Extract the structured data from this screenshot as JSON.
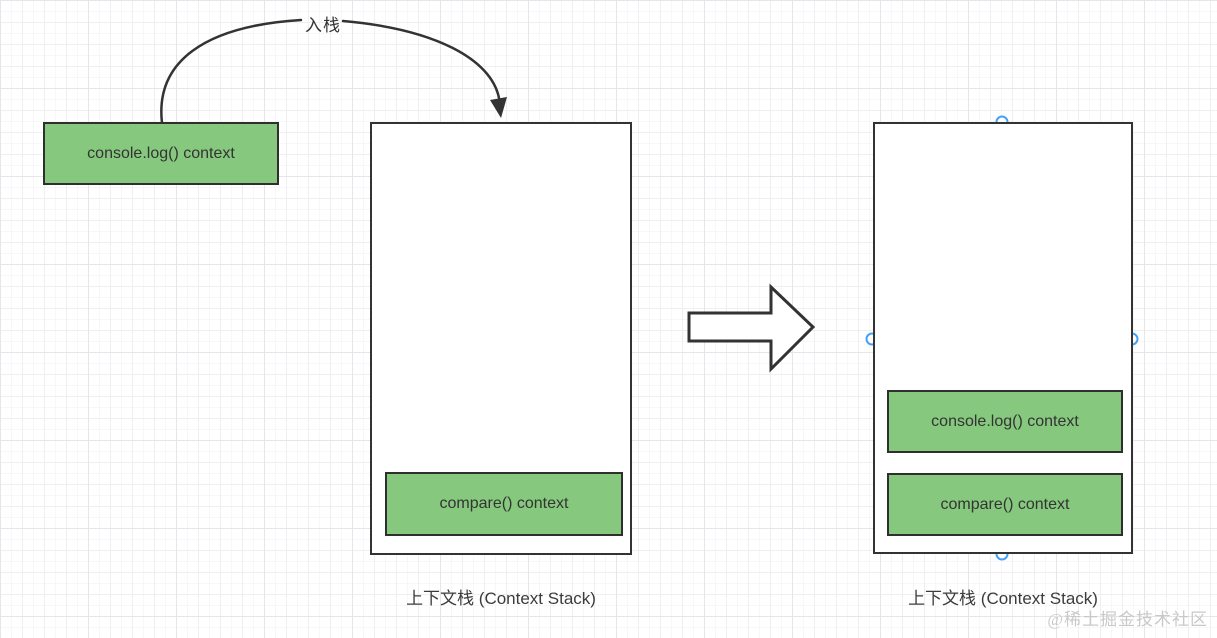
{
  "diagram": {
    "push_connector": {
      "label": "入栈"
    },
    "floating_node": {
      "label": "console.log() context"
    },
    "left_stack": {
      "caption": "上下文栈 (Context Stack)",
      "items": [
        "compare() context"
      ]
    },
    "right_stack": {
      "caption": "上下文栈 (Context Stack)",
      "items": [
        "console.log() context",
        "compare() context"
      ]
    }
  },
  "watermark": "@稀土掘金技术社区",
  "colors": {
    "node_fill": "#86c97e",
    "node_border": "#2f2f2f",
    "stack_border": "#333333",
    "stroke": "#333333",
    "handle_stroke": "#45a1f8",
    "handle_fill": "#ffffff",
    "grid_line": "#e6e6ea",
    "watermark_text": "#c9c9c9"
  }
}
